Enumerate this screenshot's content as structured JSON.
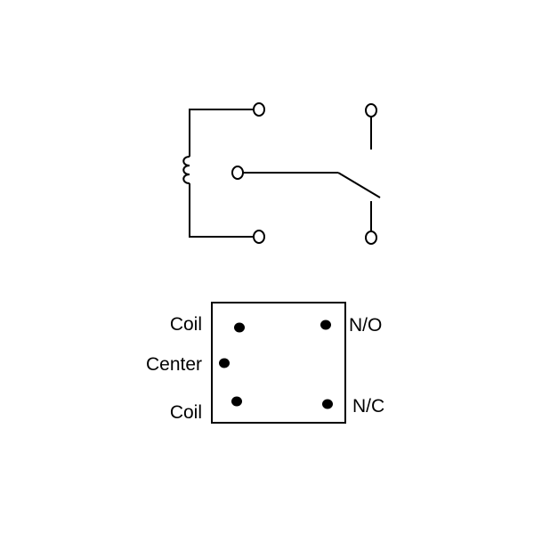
{
  "schematic": {
    "description_free": true
  },
  "footprint": {
    "labels": {
      "coil_top": "Coil",
      "center": "Center",
      "coil_bottom": "Coil",
      "normally_open": "N/O",
      "normally_closed": "N/C"
    }
  }
}
